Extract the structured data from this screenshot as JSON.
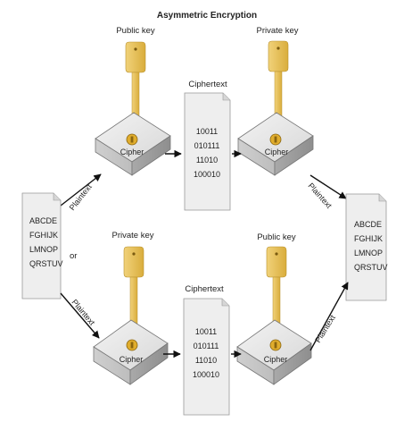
{
  "title": "Asymmetric Encryption",
  "top_row": {
    "key_left_label": "Public key",
    "key_right_label": "Private key",
    "ciphertext_label": "Ciphertext",
    "ciphertext_lines": [
      "10011",
      "010111",
      "11010",
      "100010"
    ],
    "cipher_left_label": "Cipher",
    "cipher_right_label": "Cipher",
    "plaintext_in_label": "Plaintext",
    "plaintext_out_label": "Plaintext"
  },
  "bottom_row": {
    "key_left_label": "Private key",
    "key_right_label": "Public key",
    "ciphertext_label": "Ciphertext",
    "ciphertext_lines": [
      "10011",
      "010111",
      "11010",
      "100010"
    ],
    "cipher_left_label": "Cipher",
    "cipher_right_label": "Cipher",
    "plaintext_in_label": "Plaintext",
    "plaintext_out_label": "Plaintext"
  },
  "or_label": "or",
  "plaintext_doc_left": [
    "ABCDE",
    "FGHIJK",
    "LMNOP",
    "QRSTUV"
  ],
  "plaintext_doc_right": [
    "ABCDE",
    "FGHIJK",
    "LMNOP",
    "QRSTUV"
  ],
  "colors": {
    "key_gold": "#e8c35a",
    "box_face": "#e6e6e6",
    "doc_fill": "#eeeeee",
    "lock_gold": "#d9a21e"
  }
}
